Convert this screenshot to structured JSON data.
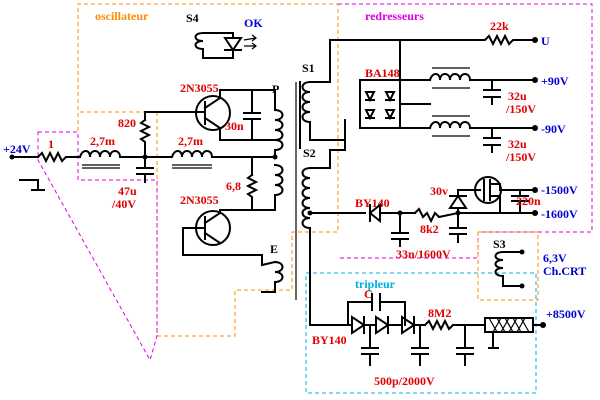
{
  "colors": {
    "value_label": "#e00000",
    "terminal_label": "#0000d0",
    "oscillator_zone": "#ff8c00",
    "rectifier_zone": "#e000e0",
    "tripler_zone": "#00b0e0"
  },
  "sections": {
    "oscillator": "oscillateur",
    "rectifiers": "redresseurs",
    "tripler": "tripleur"
  },
  "components": {
    "s4": "S4",
    "ok": "OK",
    "transistor_top": "2N3055",
    "transistor_bottom": "2N3055",
    "r_820": "820",
    "c_30n": "30n",
    "winding_p": "P",
    "winding_e": "E",
    "l_input": "2,7m",
    "l_mid": "2,7m",
    "c_input": "47u",
    "c_input_voltage": "/40V",
    "r_6_8": "6,8",
    "r_input": "1",
    "s1": "S1",
    "s2": "S2",
    "s3": "S3",
    "bridge": "BA148",
    "r_22k": "22k",
    "c_32u_a": "32u",
    "c_32u_a_voltage": "/150V",
    "c_32u_b": "32u",
    "c_32u_b_voltage": "/150V",
    "diode_by140_a": "BY140",
    "r_8k2": "8k2",
    "c_33n": "33n/1600V",
    "zener_30v": "30v",
    "c_220n": "220n",
    "c_tripler": "500p/2000V",
    "r_8m2": "8M2",
    "diode_by140_b": "BY140"
  },
  "terminals": {
    "input": "+24V",
    "u": "U",
    "plus_90": "+90V",
    "minus_90": "-90V",
    "minus_1500": "-1500V",
    "minus_1600": "-1600V",
    "crt": "6,3V",
    "crt_sub": "Ch.CRT",
    "hv": "+8500V"
  }
}
